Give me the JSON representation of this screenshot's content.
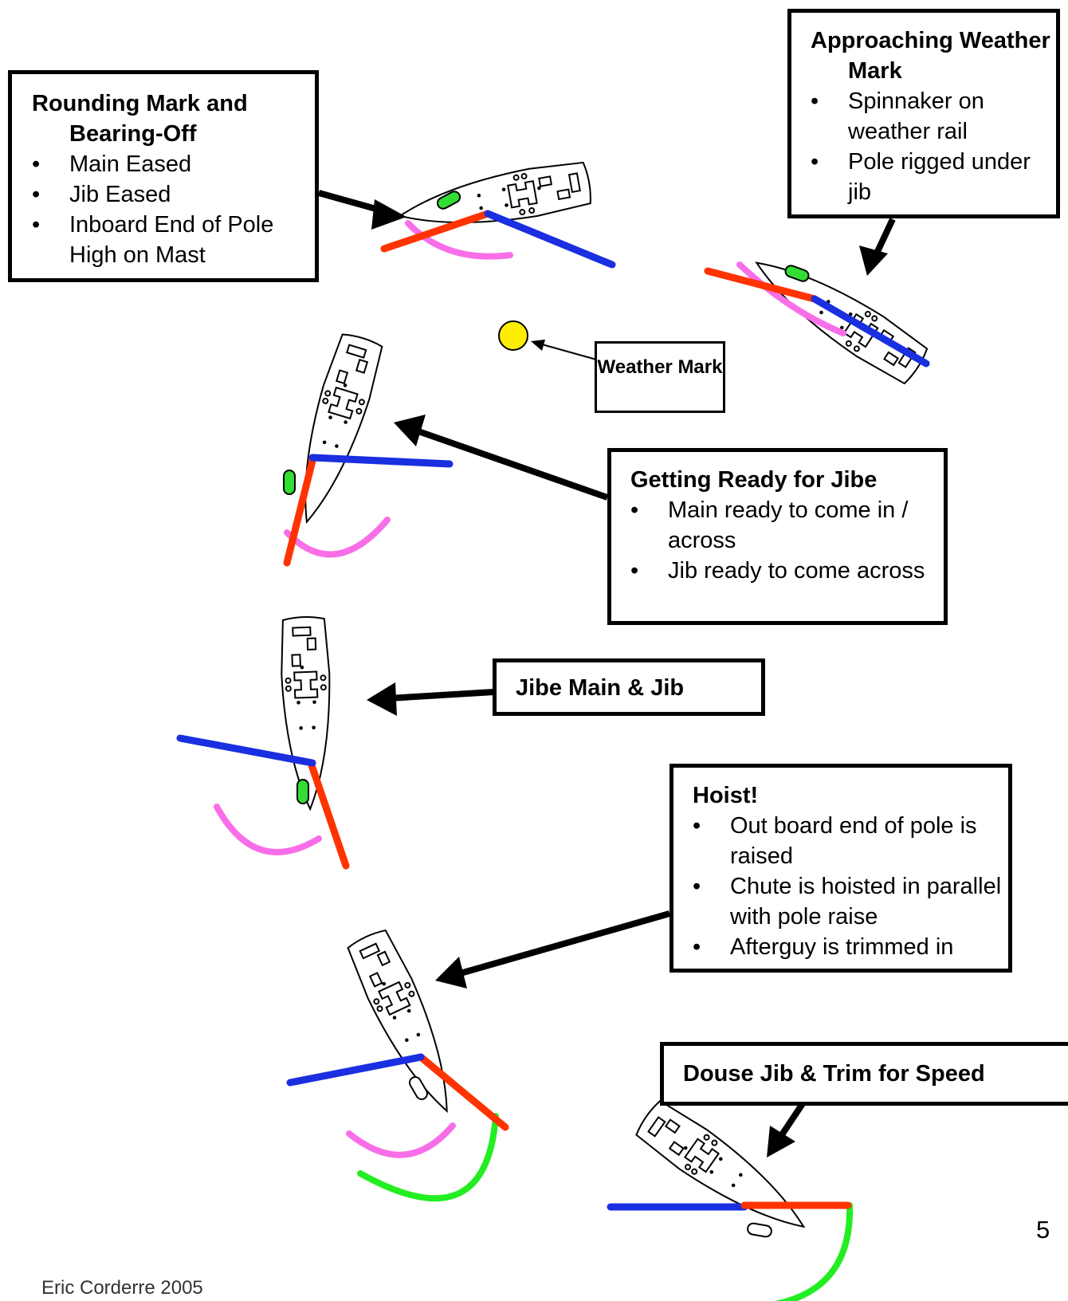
{
  "boxes": {
    "rounding": {
      "title": "Rounding Mark and Bearing-Off",
      "items": [
        "Main Eased",
        "Jib Eased",
        "Inboard End of Pole High on Mast"
      ]
    },
    "approaching": {
      "title": "Approaching Weather Mark",
      "items": [
        "Spinnaker on weather rail",
        "Pole rigged under jib"
      ]
    },
    "weather_mark": {
      "label": "Weather Mark"
    },
    "getting_ready": {
      "title": "Getting Ready for Jibe",
      "items": [
        "Main ready to come in / across",
        "Jib ready to come across"
      ]
    },
    "jibe": {
      "title": "Jibe Main & Jib"
    },
    "hoist": {
      "title": "Hoist!",
      "items": [
        "Out board end of pole is raised",
        "Chute is hoisted in parallel with pole raise",
        "Afterguy is trimmed in"
      ]
    },
    "douse": {
      "title": "Douse Jib & Trim for Speed"
    }
  },
  "page_number": "5",
  "footer": "Eric Corderre 2005",
  "colors": {
    "main": "#1a2fe0",
    "pole": "#ff3300",
    "jib": "#f86ee8",
    "spinnaker": "#22ee22",
    "mark": "#ffee00",
    "rudder": "#33dd33"
  }
}
